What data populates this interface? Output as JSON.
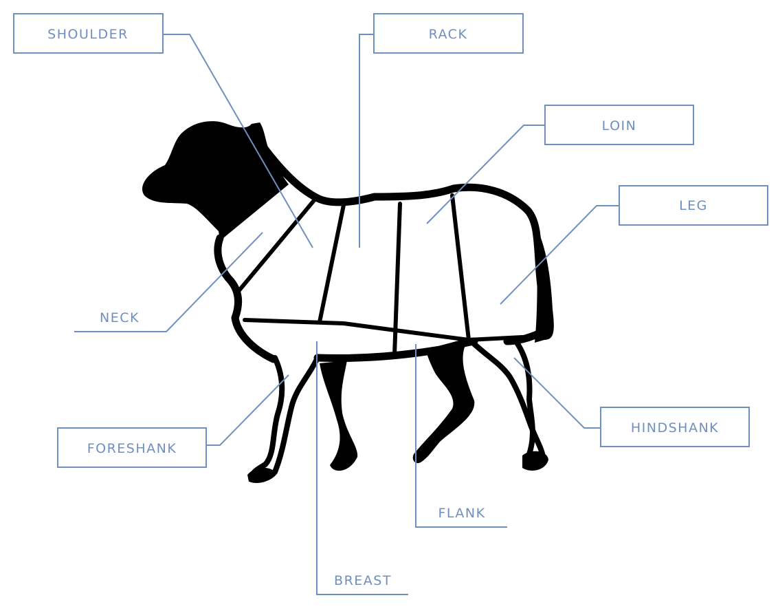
{
  "colors": {
    "accent": "#6f8fbf",
    "silhouette": "#000000",
    "background": "#ffffff"
  },
  "labels": {
    "shoulder": "SHOULDER",
    "rack": "RACK",
    "loin": "LOIN",
    "leg": "LEG",
    "neck": "NECK",
    "foreshank": "FORESHANK",
    "hindshank": "HINDSHANK",
    "flank": "FLANK",
    "breast": "BREAST"
  }
}
